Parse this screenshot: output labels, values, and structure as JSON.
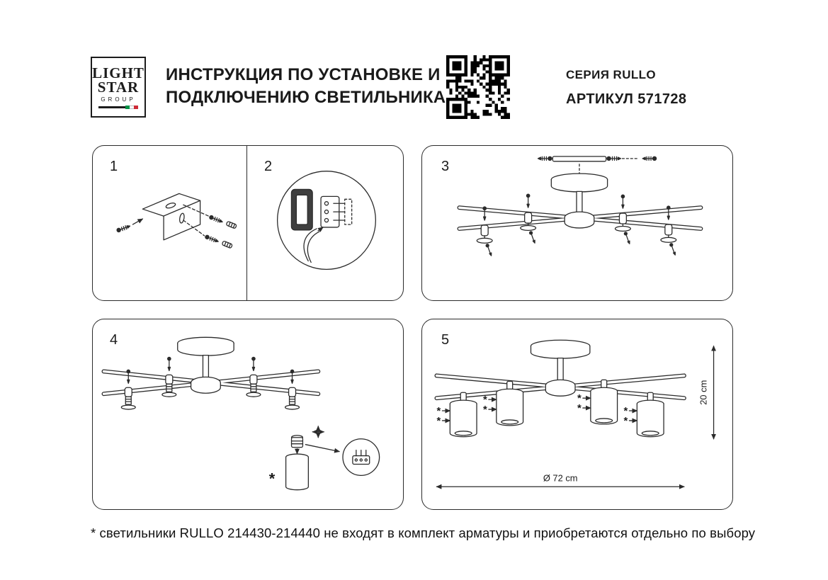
{
  "header": {
    "logo": {
      "line1": "LIGHT",
      "line2": "STAR",
      "line3": "GROUP"
    },
    "title_line1": "ИНСТРУКЦИЯ ПО УСТАНОВКЕ И",
    "title_line2": "ПОДКЛЮЧЕНИЮ СВЕТИЛЬНИКА",
    "series": "СЕРИЯ RULLO",
    "article": "АРТИКУЛ 571728"
  },
  "steps": {
    "s1": "1",
    "s2": "2",
    "s3": "3",
    "s4": "4",
    "s5": "5"
  },
  "panel5": {
    "dim_height": "20 cm",
    "dim_diameter": "Ø 72 cm"
  },
  "asterisk": "*",
  "footnote": "* светильники RULLO 214430-214440 не входят в комплект арматуры и приобретаются отдельно по выбору",
  "colors": {
    "ink": "#1c1c1c",
    "line": "#2b2b2b",
    "flag_green": "#009246",
    "flag_red": "#ce2b37"
  }
}
